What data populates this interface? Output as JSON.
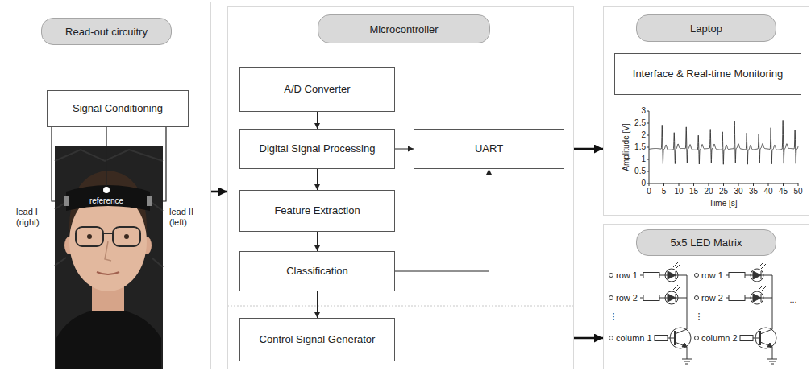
{
  "diagram": {
    "nodes": [
      {
        "text": [
          "Read-out circuitry"
        ]
      },
      {
        "text": [
          "Signal Conditioning"
        ],
        "in": 0
      },
      {
        "text": [
          "Microcontroller"
        ]
      },
      {
        "text": [
          "A/D Converter"
        ],
        "in": 2
      },
      {
        "text": [
          "Digital Signal Processing"
        ],
        "in": 2
      },
      {
        "text": [
          "UART"
        ],
        "in": 2
      },
      {
        "text": [
          "Feature Extraction"
        ],
        "in": 2
      },
      {
        "text": [
          "Classification"
        ],
        "in": 2
      },
      {
        "text": [
          "Control Signal Generator"
        ],
        "in": 2
      },
      {
        "text": [
          "Laptop"
        ]
      },
      {
        "text": [
          "Interface & Real-time Monitoring"
        ],
        "in": 9
      },
      {
        "text": [
          "5x5 LED Matrix"
        ]
      }
    ],
    "edges": [
      {
        "from": 0,
        "to": 2,
        "arrow": "to"
      },
      {
        "from": 3,
        "to": 4,
        "arrow": "to"
      },
      {
        "from": 4,
        "to": 5,
        "arrow": "to"
      },
      {
        "from": 4,
        "to": 6,
        "arrow": "to"
      },
      {
        "from": 6,
        "to": 7,
        "arrow": "to"
      },
      {
        "from": 7,
        "to": 5,
        "arrow": "to"
      },
      {
        "from": 7,
        "to": 8,
        "arrow": "to"
      },
      {
        "from": 2,
        "to": 9,
        "arrow": "to"
      },
      {
        "from": 2,
        "to": 11,
        "arrow": "to"
      }
    ],
    "labels": [
      "lead I (right)",
      "reference",
      "lead II (left)",
      "Amplitude [V]",
      "0",
      "0.5",
      "1",
      "1.5",
      "2",
      "2.5",
      "3",
      "0",
      "5",
      "10",
      "15",
      "20",
      "25",
      "30",
      "35",
      "40",
      "45",
      "50",
      "Time [s]",
      "row 1",
      "row 2",
      "⋮",
      "column 1",
      "row 1",
      "row 2",
      "⋮",
      "column 2",
      "..."
    ]
  }
}
